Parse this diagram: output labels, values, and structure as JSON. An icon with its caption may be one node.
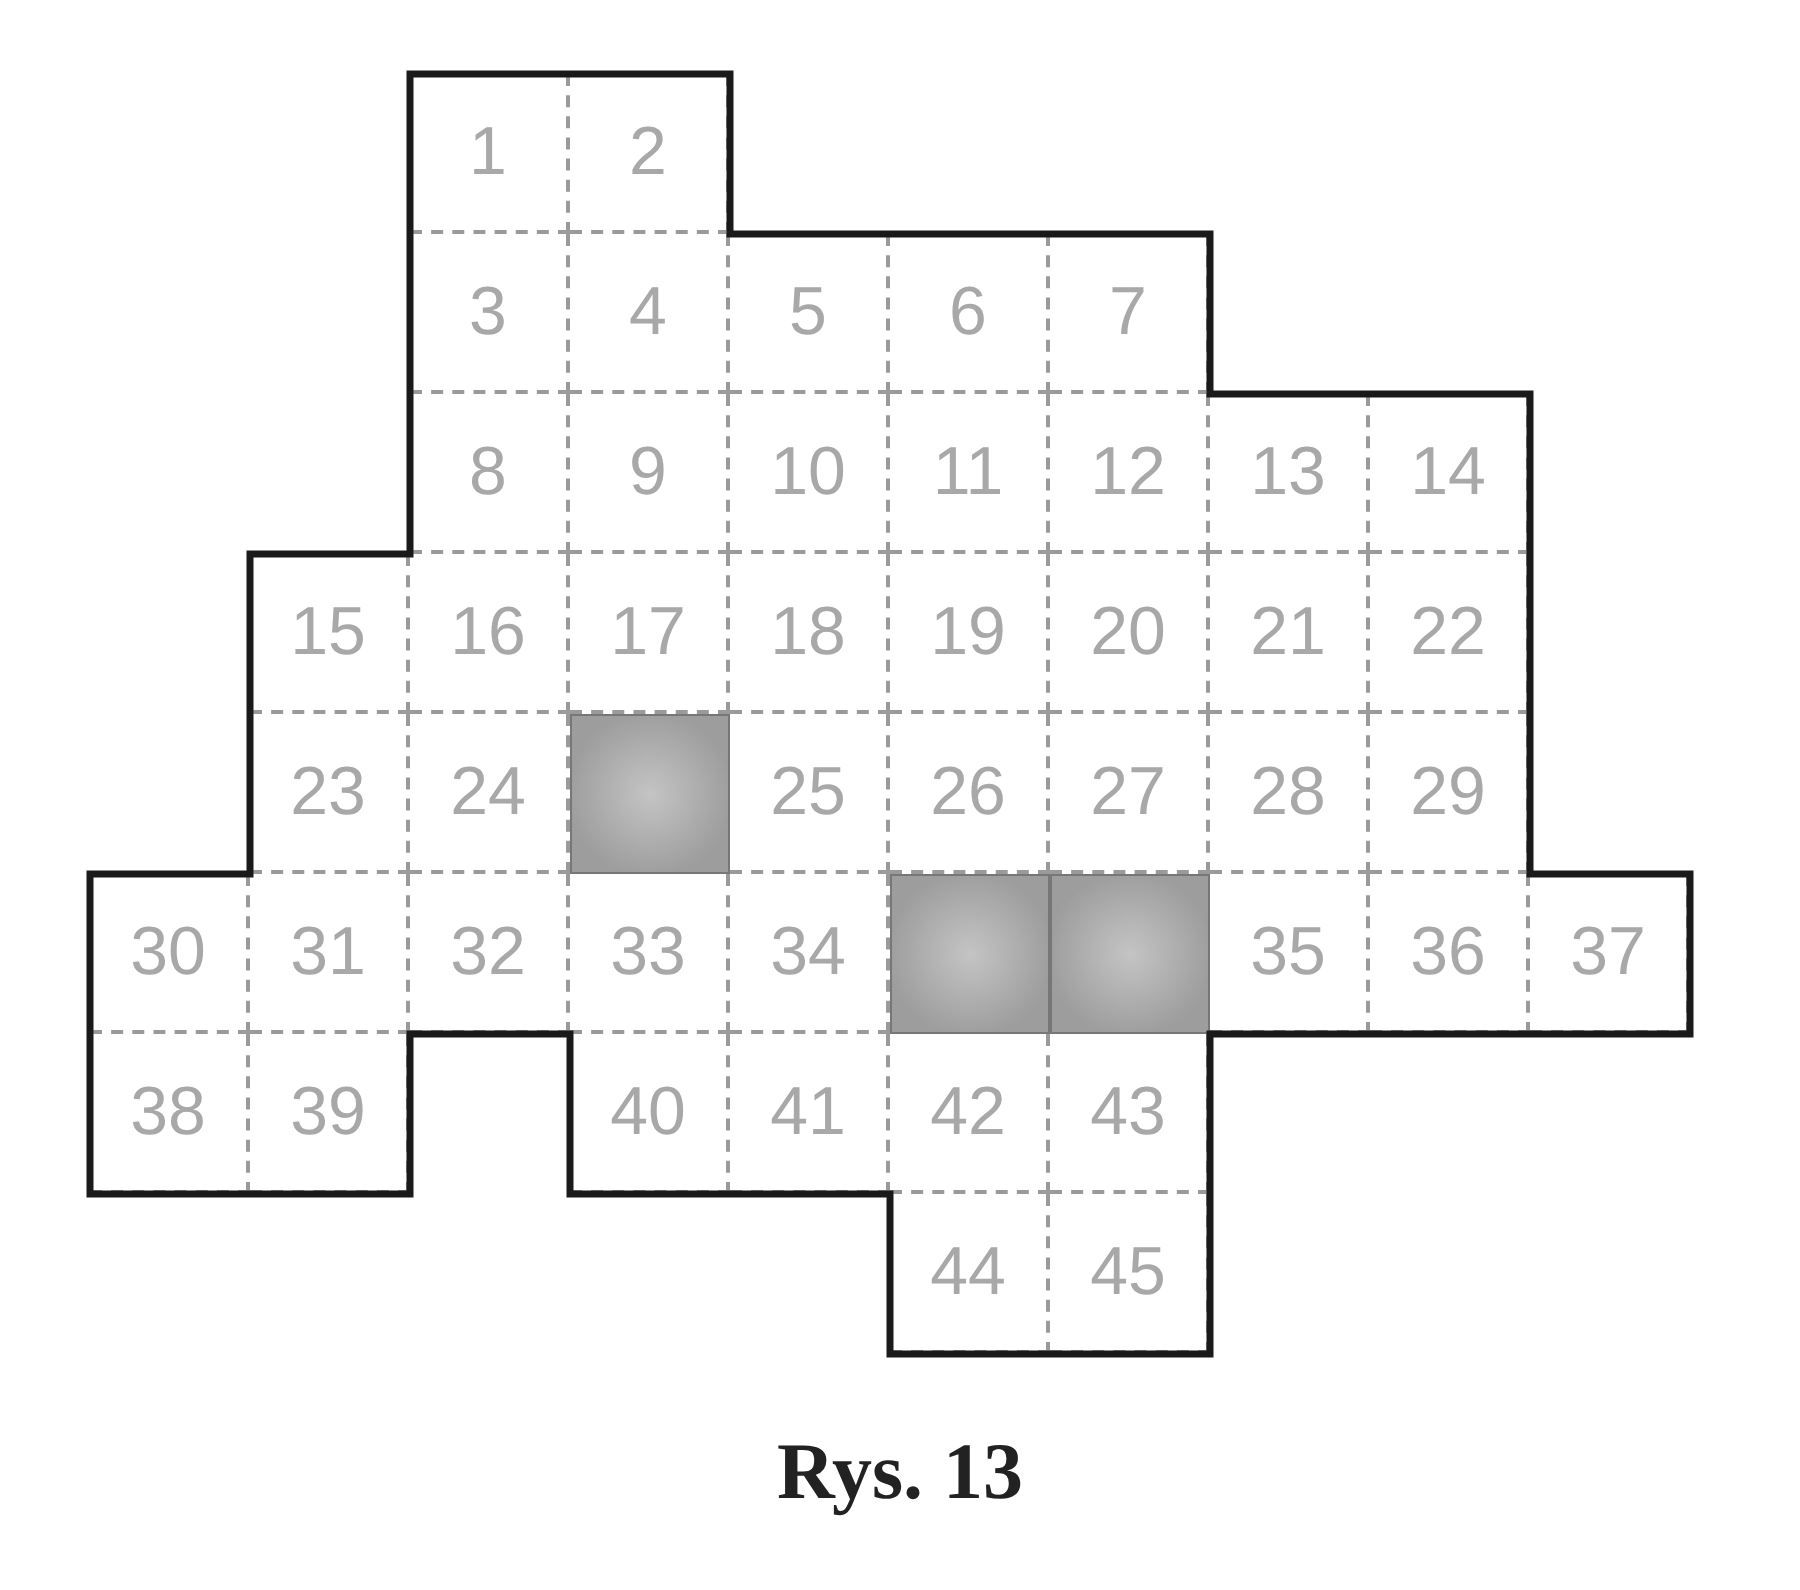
{
  "diagram": {
    "caption": "Rys. 13",
    "nodes": [
      {
        "text": [
          "1"
        ]
      },
      {
        "text": [
          "2"
        ]
      },
      {
        "text": [
          "3"
        ]
      },
      {
        "text": [
          "4"
        ]
      },
      {
        "text": [
          "5"
        ]
      },
      {
        "text": [
          "6"
        ]
      },
      {
        "text": [
          "7"
        ]
      },
      {
        "text": [
          "8"
        ]
      },
      {
        "text": [
          "9"
        ]
      },
      {
        "text": [
          "10"
        ]
      },
      {
        "text": [
          "11"
        ]
      },
      {
        "text": [
          "12"
        ]
      },
      {
        "text": [
          "13"
        ]
      },
      {
        "text": [
          "14"
        ]
      },
      {
        "text": [
          "15"
        ]
      },
      {
        "text": [
          "16"
        ]
      },
      {
        "text": [
          "17"
        ]
      },
      {
        "text": [
          "18"
        ]
      },
      {
        "text": [
          "19"
        ]
      },
      {
        "text": [
          "20"
        ]
      },
      {
        "text": [
          "21"
        ]
      },
      {
        "text": [
          "22"
        ]
      },
      {
        "text": [
          "23"
        ]
      },
      {
        "text": [
          "24"
        ]
      },
      {
        "text": [],
        "shape": "box"
      },
      {
        "text": [
          "25"
        ]
      },
      {
        "text": [
          "26"
        ]
      },
      {
        "text": [
          "27"
        ]
      },
      {
        "text": [
          "28"
        ]
      },
      {
        "text": [
          "29"
        ]
      },
      {
        "text": [
          "30"
        ]
      },
      {
        "text": [
          "31"
        ]
      },
      {
        "text": [
          "32"
        ]
      },
      {
        "text": [
          "33"
        ]
      },
      {
        "text": [
          "34"
        ]
      },
      {
        "text": [],
        "shape": "box"
      },
      {
        "text": [],
        "shape": "box"
      },
      {
        "text": [
          "35"
        ]
      },
      {
        "text": [
          "36"
        ]
      },
      {
        "text": [
          "37"
        ]
      },
      {
        "text": [
          "38"
        ]
      },
      {
        "text": [
          "39"
        ]
      },
      {
        "text": [
          "40"
        ]
      },
      {
        "text": [
          "41"
        ]
      },
      {
        "text": [
          "42"
        ]
      },
      {
        "text": [
          "43"
        ]
      },
      {
        "text": [
          "44"
        ]
      },
      {
        "text": [
          "45"
        ]
      }
    ],
    "edges": []
  }
}
